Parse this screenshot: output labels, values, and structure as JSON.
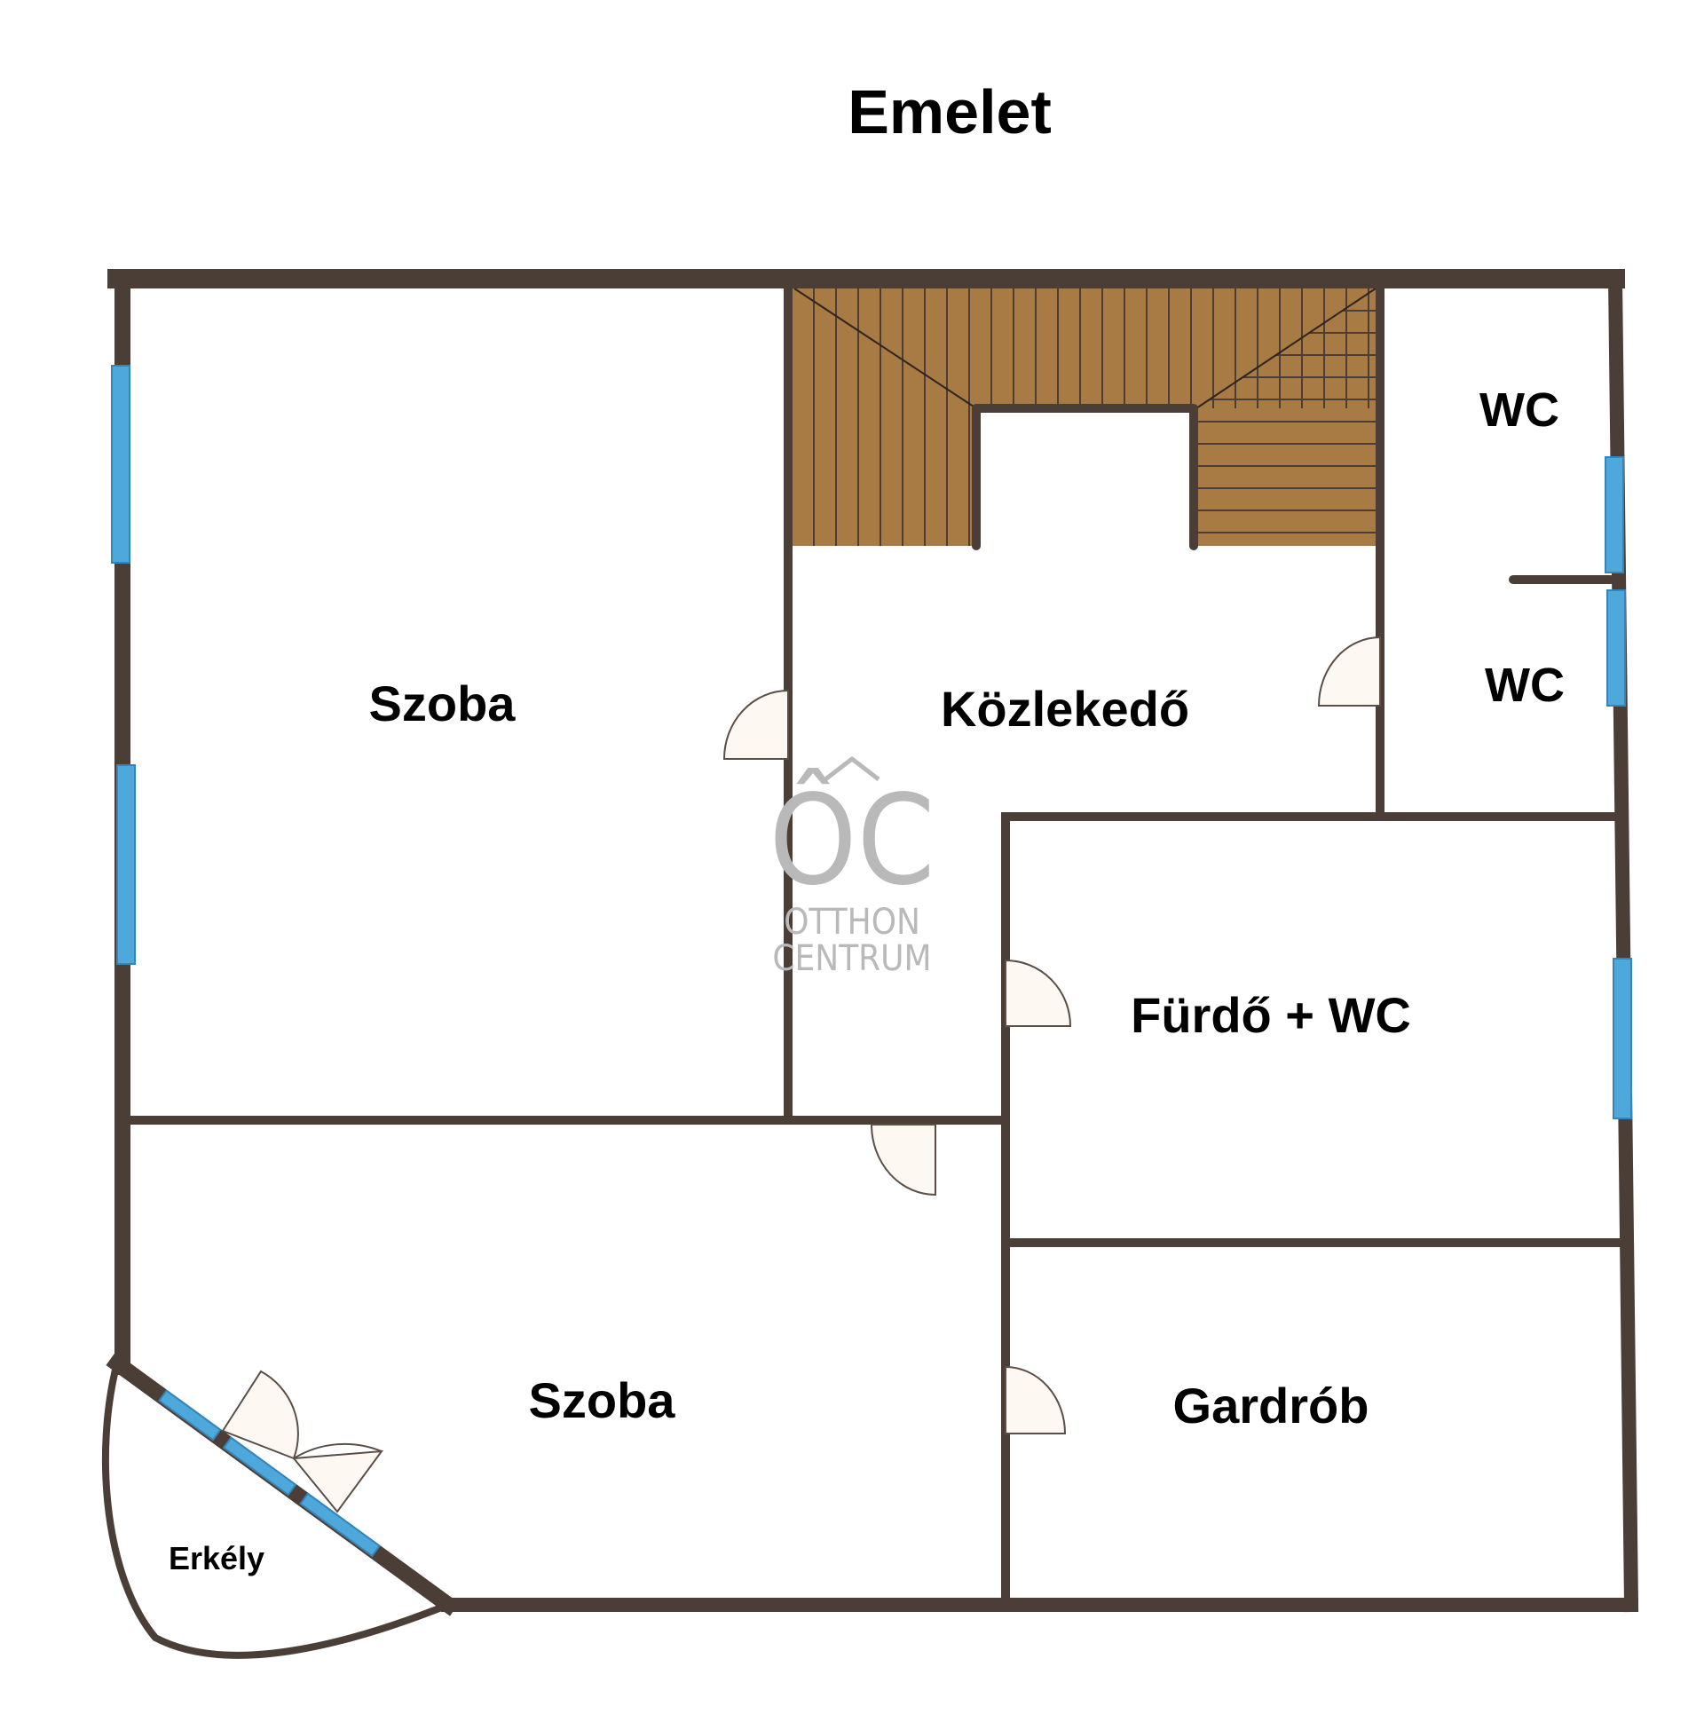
{
  "title": "Emelet",
  "rooms": {
    "szoba_top": "Szoba",
    "kozlekedo": "Közlekedő",
    "wc_top": "WC",
    "wc_bottom": "WC",
    "furdo": "Fürdő + WC",
    "szoba_bottom": "Szoba",
    "gardrob": "Gardrób",
    "erkely": "Erkély"
  },
  "logo": {
    "mark": "ÔC",
    "line1": "OTTHON",
    "line2": "CENTRUM"
  },
  "colors": {
    "wall": "#4a3e37",
    "window": "#4ea8dc",
    "stair": "#a87a44",
    "door": "#fdf8f2",
    "logo": "#b9b9b9"
  }
}
